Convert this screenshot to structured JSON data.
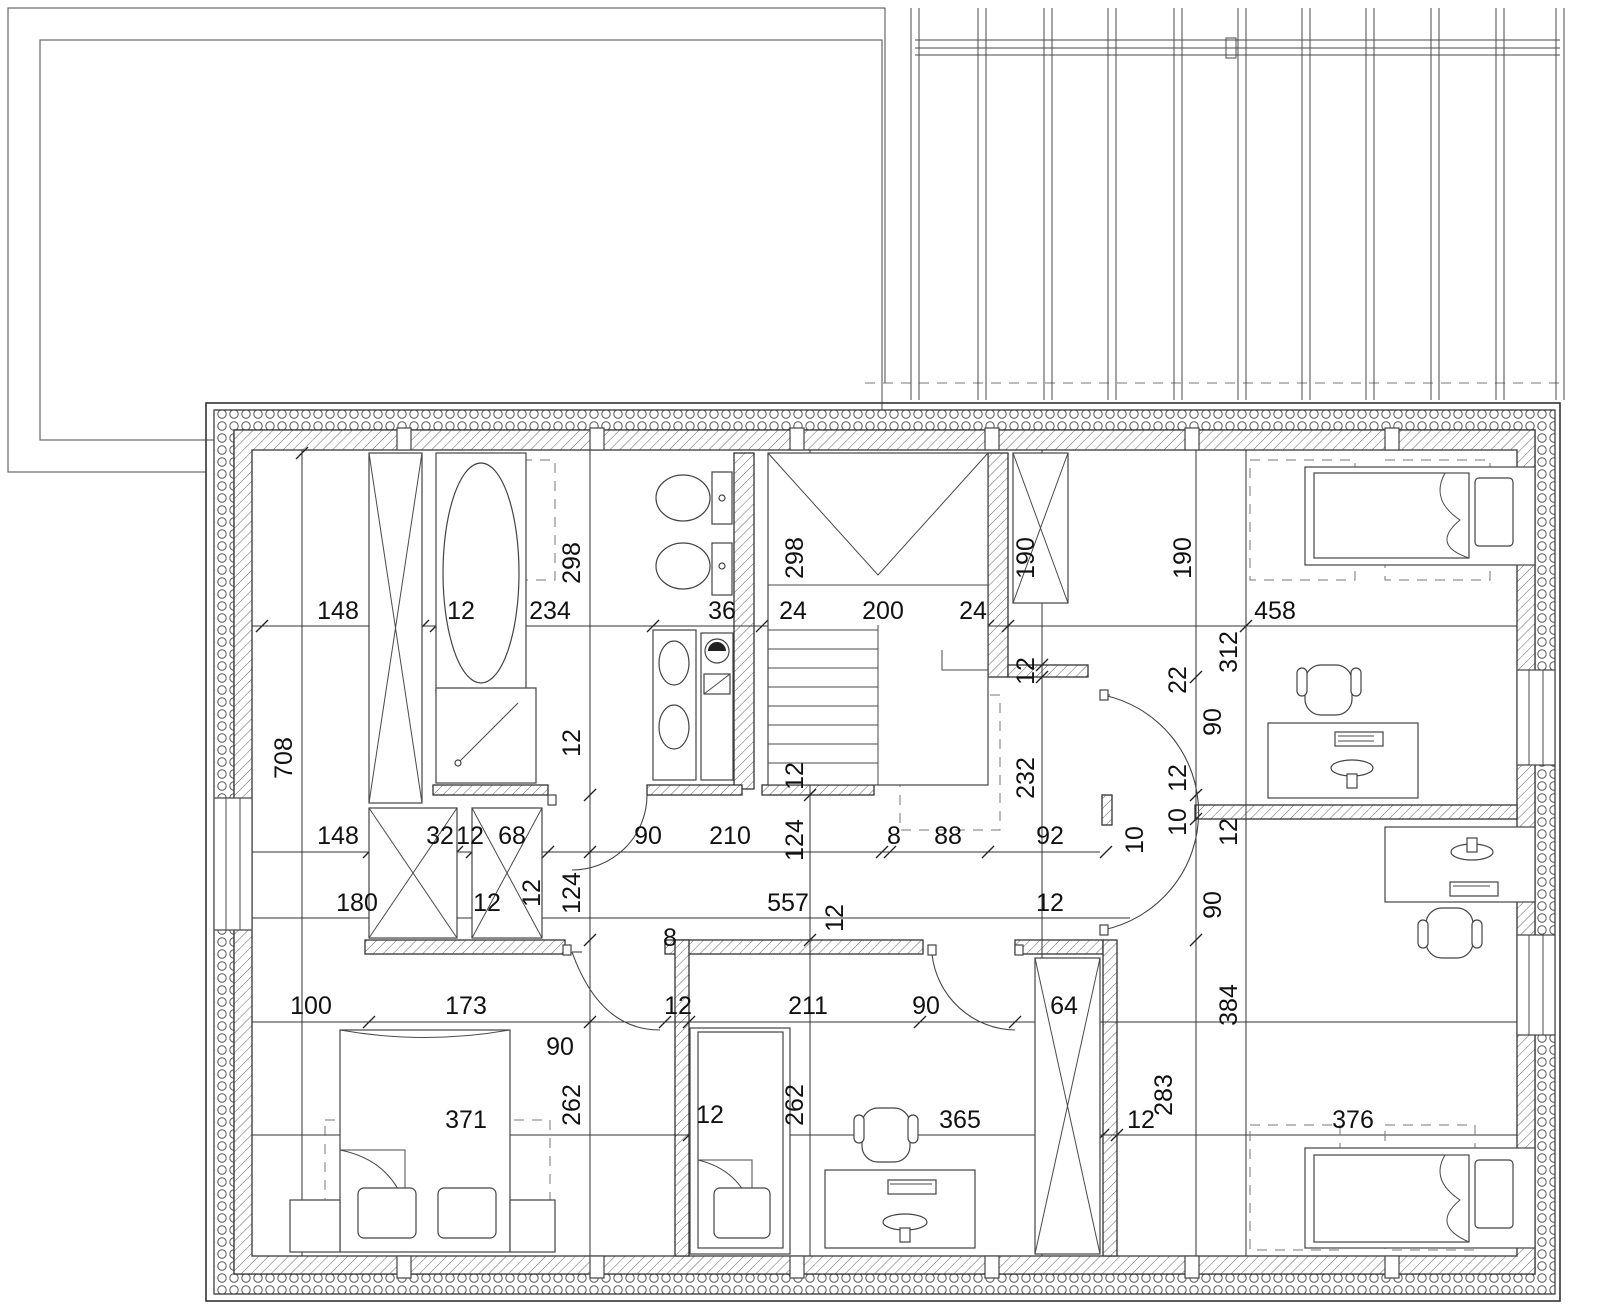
{
  "dimensions": {
    "d148_top": "148",
    "d12_top": "12",
    "d234": "234",
    "d298_left": "298",
    "d36": "36",
    "d24_a": "24",
    "d298_stair": "298",
    "d200": "200",
    "d24_b": "24",
    "d190_a": "190",
    "d190_b": "190",
    "d458": "458",
    "d22": "22",
    "d312": "312",
    "d12_hall1": "12",
    "d90_r1": "90",
    "d708": "708",
    "d12_bath": "12",
    "d12_stair": "12",
    "d232": "232",
    "d12_corr": "12",
    "d148_mid": "148",
    "d32": "32",
    "d12_mid": "12",
    "d68": "68",
    "d90_door": "90",
    "d210": "210",
    "d124_a": "124",
    "d8_a": "8",
    "d88": "88",
    "d92": "92",
    "d10_a": "10",
    "d10_b": "10",
    "d12_r": "12",
    "d124_b": "124",
    "d12_v": "12",
    "d180": "180",
    "d12_low": "12",
    "d557": "557",
    "d12_557": "12",
    "d12_hall2": "12",
    "d90_r2": "90",
    "d8_b": "8",
    "d100": "100",
    "d173": "173",
    "d12_b1": "12",
    "d211": "211",
    "d90_b": "90",
    "d64": "64",
    "d384": "384",
    "d90_c": "90",
    "d371": "371",
    "d262_a": "262",
    "d12_b2": "12",
    "d262_b": "262",
    "d365": "365",
    "d12_b3": "12",
    "d283": "283",
    "d376": "376"
  }
}
